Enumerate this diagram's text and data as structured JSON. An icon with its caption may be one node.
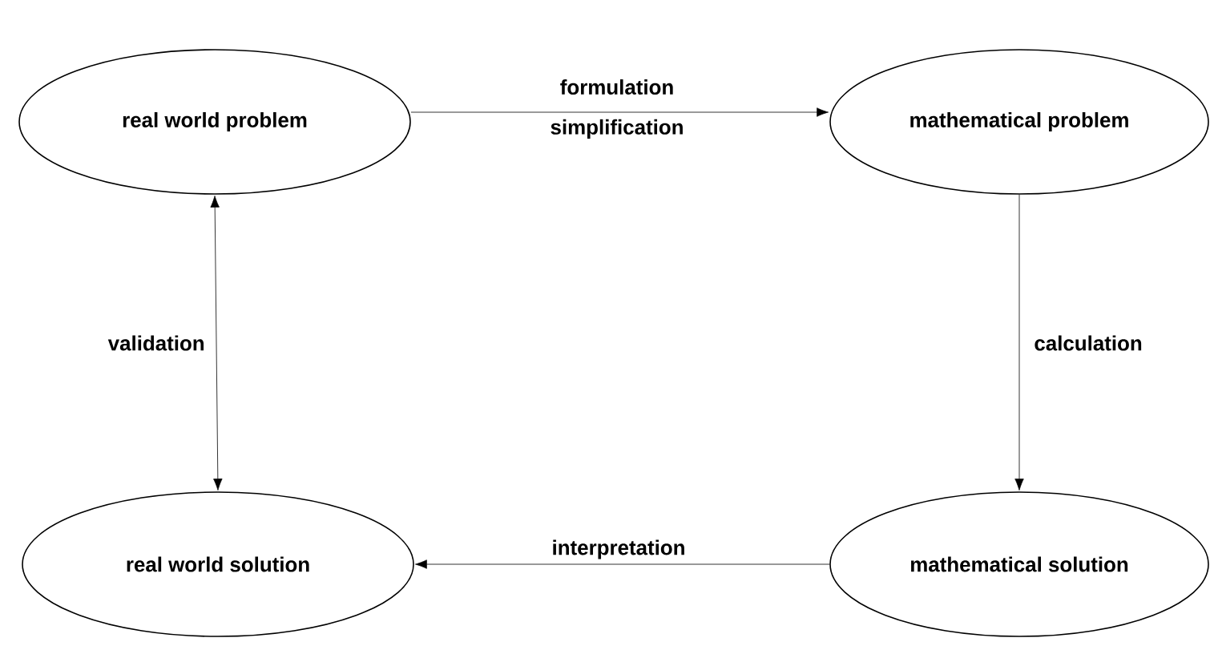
{
  "diagram": {
    "nodes": [
      {
        "text": [
          "real world problem"
        ]
      },
      {
        "text": [
          "mathematical problem"
        ]
      },
      {
        "text": [
          "real world solution"
        ]
      },
      {
        "text": [
          "mathematical solution"
        ]
      }
    ],
    "edges": [
      {
        "from": 0,
        "to": 1,
        "arrow": "to",
        "label": "formulation simplification"
      },
      {
        "from": 1,
        "to": 3,
        "arrow": "to",
        "label": "calculation"
      },
      {
        "from": 3,
        "to": 2,
        "arrow": "to",
        "label": "interpretation"
      },
      {
        "from": 2,
        "to": 0,
        "arrow": "both",
        "label": "validation"
      }
    ]
  }
}
